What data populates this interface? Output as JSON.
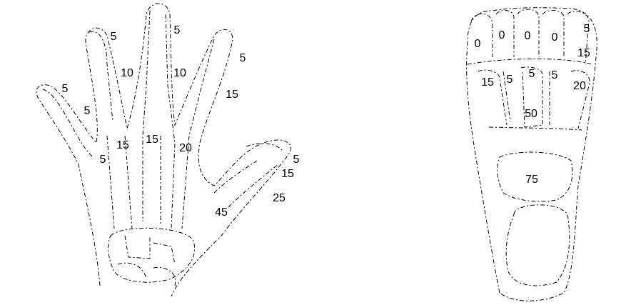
{
  "hand": {
    "labels": [
      "5",
      "5",
      "10",
      "10",
      "5",
      "15",
      "5",
      "5",
      "15",
      "15",
      "20",
      "5",
      "5",
      "15",
      "25",
      "45"
    ]
  },
  "foot": {
    "labels": [
      "0",
      "0",
      "0",
      "0",
      "5",
      "15",
      "15",
      "5",
      "5",
      "5",
      "20",
      "50",
      "75"
    ]
  }
}
